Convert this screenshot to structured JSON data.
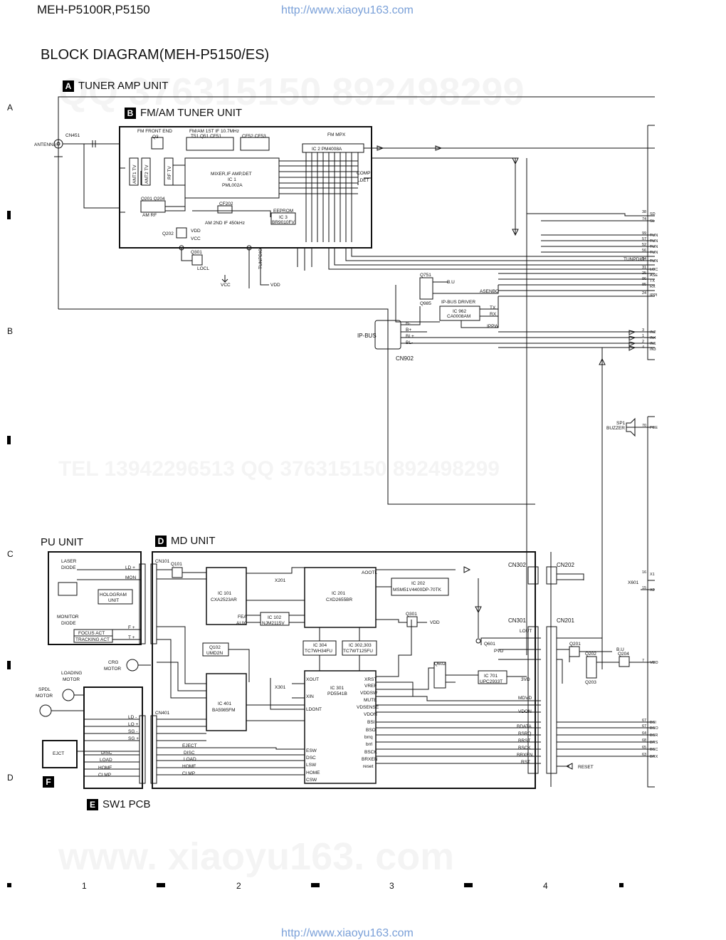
{
  "header": {
    "model": "MEH-P5100R,P5150",
    "url_top": "http://www.xiaoyu163.com",
    "url_bottom": "http://www.xiaoyu163.com"
  },
  "title": "BLOCK DIAGRAM(MEH-P5150/ES)",
  "units": {
    "a": {
      "letter": "A",
      "label": "TUNER AMP UNIT"
    },
    "b": {
      "letter": "B",
      "label": "FM/AM TUNER UNIT"
    },
    "c": {
      "label": "PU UNIT"
    },
    "d": {
      "letter": "D",
      "label": "MD UNIT"
    },
    "e": {
      "letter": "E",
      "label": "SW1 PCB"
    },
    "f": {
      "letter": "F"
    }
  },
  "rows": [
    "A",
    "B",
    "C",
    "D"
  ],
  "cols": [
    "1",
    "2",
    "3",
    "4"
  ],
  "watermarks": [
    "QQ 376315150  892498299",
    "TEL 13942296513    QQ 376315150  892498299",
    "www. xiaoyu163. com"
  ],
  "tuner": {
    "antenna": "ANTENNA",
    "cn451": "CN451",
    "fm_front_end": "FM FRONT END",
    "q3": "Q3",
    "fm_am_1st_if": "FM/AM 1ST IF 10.7MHz",
    "t51": "T51 Q51 CF51",
    "cf52": "CF52 CF53",
    "fm_mpx": "FM MPX",
    "ic2": "IC 2 PM4008A",
    "ant1": "ANT1 TV",
    "ant2": "ANT2 TV",
    "rf": "RF TV",
    "ic1_l1": "MIXER,IF AMP,DET",
    "ic1_l2": "IC 1",
    "ic1_l3": "PML002A",
    "q201": "Q201 Q204",
    "am_rf": "AM RF",
    "cf202": "CF202",
    "am_2nd_if": "AM 2ND IF 450kHz",
    "eeprom": "EEPROM",
    "ic3": "IC 3",
    "ic3_p": "BR9010FV",
    "q202": "Q202",
    "q301": "Q301",
    "locl": "LOCL",
    "vdd": "VDD",
    "vcc": "VCC",
    "comp": "COMP",
    "ldet": "LDET",
    "tunpdio": "TUNPDIO"
  },
  "ipbus": {
    "q751": "Q751",
    "q985": "Q985",
    "driver": "IP-BUS DRIVER",
    "ic962": "IC 962",
    "ic962_p": "CA0008AM",
    "tx": "TX",
    "rx": "RX",
    "ippw": "IPPW",
    "asenbo": "ASENBO",
    "ipbus": "IP-BUS",
    "cn902": "CN902",
    "bminus": "B-",
    "bplus": "B+",
    "blplus": "BL+",
    "blminus": "BL-",
    "bu": "B.U"
  },
  "right_labels": [
    "SD",
    "SL",
    "TUN",
    "TUN",
    "TUN",
    "TUN",
    "TUN",
    "LOC",
    "ASE",
    "TX",
    "RX",
    "IPPI",
    "IN2",
    "IN4",
    "IN1",
    "IN3",
    "PEE",
    "X1",
    "X2",
    "VDD",
    "BSI",
    "BSO",
    "BSR",
    "BRS",
    "BSC",
    "BRX"
  ],
  "right_pins": [
    "38",
    "74",
    "99",
    "57",
    "52",
    "56",
    "84",
    "31",
    "25",
    "86",
    "85",
    "24",
    "3",
    "1",
    "2",
    "4",
    "70",
    "16",
    "15",
    "7",
    "67",
    "67",
    "64",
    "68",
    "65",
    "63"
  ],
  "sp1": "SP1",
  "buzzer": "BUZZER",
  "x601": "X601",
  "pu": {
    "laser": "LASER",
    "diode": "DIODE",
    "ld": "LD +",
    "mon": "MON",
    "hologram": "HOLOGRAM",
    "hologram2": "UNIT",
    "monitor": "MONITOR",
    "monitor2": "DIODE",
    "focus": "FOCUS ACT",
    "tracking": "TRACKING ACT",
    "fplus": "F +",
    "tplus": "T +"
  },
  "md": {
    "cn101": "CN101",
    "q101": "Q101",
    "ic101": "IC 101",
    "ic101_p": "CXA2523AR",
    "ic201": "IC 201",
    "ic201_p": "CXD2655BR",
    "aootl": "AOOTL",
    "ic202": "IC 202",
    "ic202_p": "MSM51V4400DP-70TK",
    "ic102": "IC 102",
    "ic102_p": "NJM2115V",
    "fea": "FEA",
    "aux": "AUX",
    "q102": "Q102",
    "q102_p": "UMD2N",
    "ic304": "IC 304",
    "ic304_p": "TC7WH34FU",
    "ic302": "IC 302,303",
    "ic302_p": "TC7WT125FU",
    "q301": "Q301",
    "vdd": "VDD",
    "ic401": "IC 401",
    "ic401_p": "BA5985FM",
    "ic301": "IC 301",
    "ic301_p": "PD5541B",
    "x201": "X201",
    "x301": "X301",
    "xout": "XOUT",
    "xin": "XIN",
    "ldont": "LDONT",
    "esw": "ESW",
    "dsc": "DSC",
    "lsw": "LSW",
    "home": "HOME",
    "csw": "CSW",
    "xrst": "XRST",
    "vref": "VREF",
    "vdsw": "VDDSW",
    "mute": "MUTE",
    "vdsense": "VDSENSE",
    "vdon": "VDON",
    "bsi": "BSI",
    "bso": "BSO",
    "brrq": "brrq",
    "brrl": "brrl",
    "bsck": "BSCK",
    "brxen": "BRXEN",
    "reset": "reset",
    "q601": "Q601",
    "q602": "Q602",
    "pvd": "PVD",
    "ic701": "IC 701",
    "ic701_p": "UPC2933T",
    "v3vd": "3VD",
    "cn302": "CN302",
    "cn202": "CN202",
    "cn301": "CN301",
    "cn201": "CN201",
    "lout": "LOUT",
    "mdvd": "MDVD",
    "vdon2": "VDON",
    "bdata": "BDATA",
    "bsrq": "BSRQ",
    "brst": "BRST",
    "bsck2": "BSCK",
    "brxen2": "BRXEN",
    "rst": "RST",
    "reset2": "RESET",
    "q201": "Q201",
    "q202": "Q202",
    "q203": "Q203",
    "q204": "Q204",
    "bu": "B.U",
    "cn401": "CN401",
    "eject": "EJECT",
    "disc": "DISC",
    "load": "LOAD",
    "home2": "HOME",
    "clmp": "CLMP",
    "ldm": "LD -",
    "ldp": "LO +",
    "sgm": "SG -",
    "sgp": "SG +"
  },
  "sw1": {
    "crg": "CRG",
    "motor": "MOTOR",
    "loading": "LOADING",
    "spdl": "SPDL",
    "eject": "EJCT",
    "disc": "DISC",
    "load": "LOAD",
    "home": "HOME",
    "clmp": "CLMP"
  }
}
